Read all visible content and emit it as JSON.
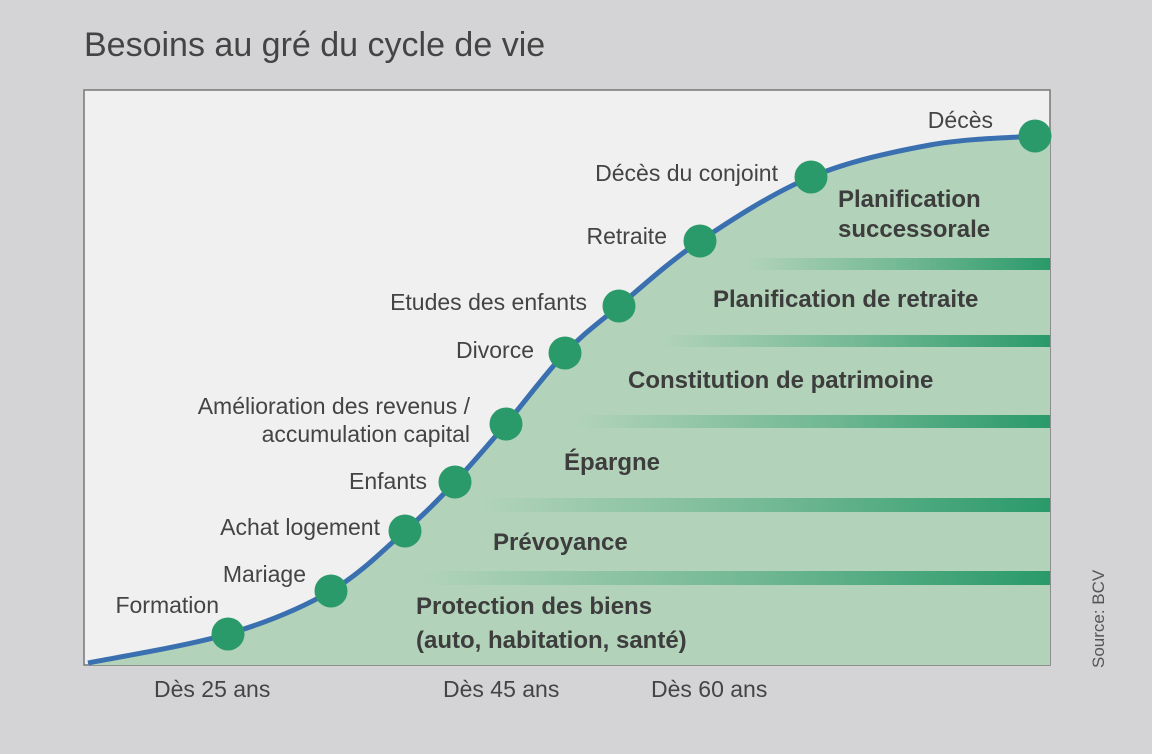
{
  "title": "Besoins au gré du cycle de vie",
  "source": "Source: BCV",
  "events": [
    {
      "label": "Formation"
    },
    {
      "label": "Mariage"
    },
    {
      "label": "Achat logement"
    },
    {
      "label": "Enfants"
    },
    {
      "label_line1": "Amélioration des revenus /",
      "label_line2": "accumulation capital"
    },
    {
      "label": "Divorce"
    },
    {
      "label": "Etudes des enfants"
    },
    {
      "label": "Retraite"
    },
    {
      "label": "Décès du conjoint"
    },
    {
      "label": "Décès"
    }
  ],
  "bands": {
    "succession_line1": "Planification",
    "succession_line2": "successorale",
    "retraite": "Planification de retraite",
    "patrimoine": "Constitution de patrimoine",
    "epargne": "Épargne",
    "prevoyance": "Prévoyance",
    "protection_line1": "Protection des biens",
    "protection_line2": "(auto, habitation, santé)"
  },
  "axis": [
    "Dès 25 ans",
    "Dès 45 ans",
    "Dès 60 ans"
  ],
  "colors": {
    "background": "#d4d4d6",
    "panel": "#eff0ef",
    "area": "#b2d3b9",
    "curve": "#3a6fb0",
    "dot": "#2a9a6a",
    "band_line": "#2a9a6a"
  }
}
